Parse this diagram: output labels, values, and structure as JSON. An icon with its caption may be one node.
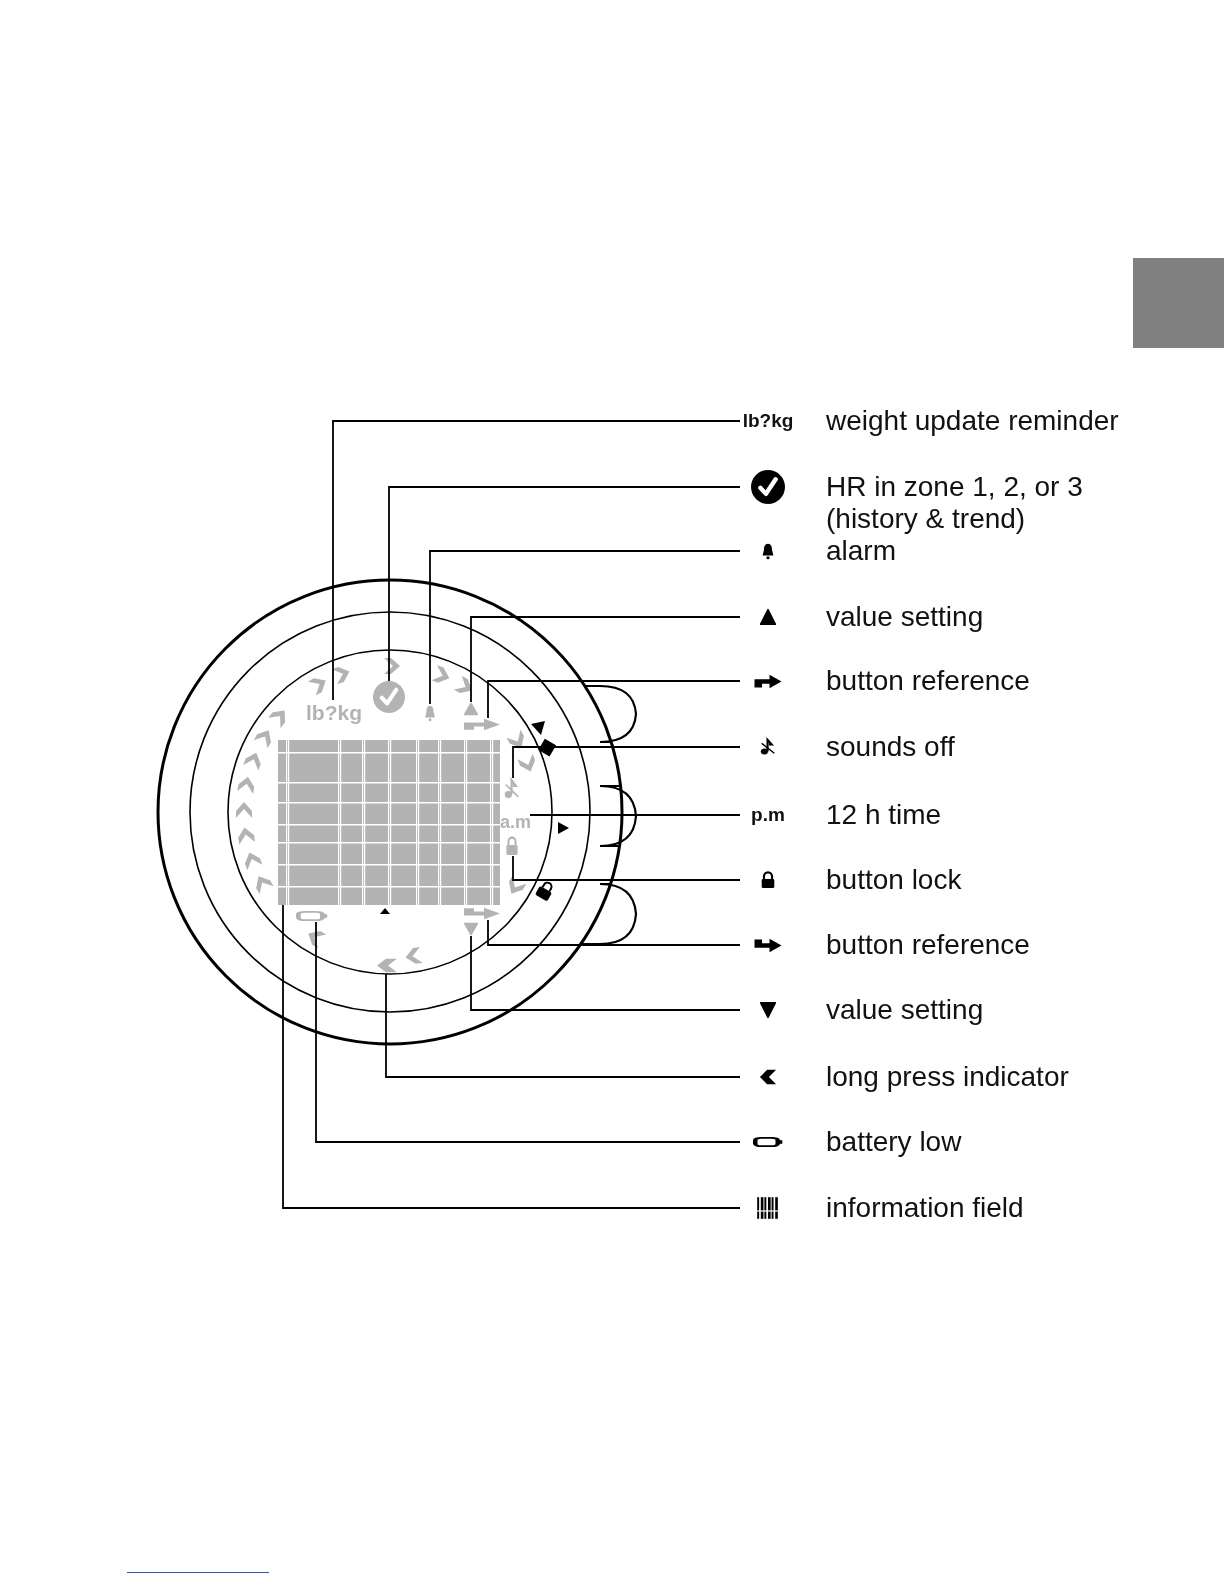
{
  "diagram": {
    "nodes": [
      {
        "text": [
          "lb?kg",
          "weight update reminder"
        ]
      },
      {
        "text": [
          "HR in zone 1, 2, or 3 (history & trend)"
        ]
      },
      {
        "text": [
          "alarm"
        ]
      },
      {
        "text": [
          "value setting"
        ]
      },
      {
        "text": [
          "button reference"
        ]
      },
      {
        "text": [
          "sounds off"
        ]
      },
      {
        "text": [
          "p.m",
          "12 h time"
        ]
      },
      {
        "text": [
          "button lock"
        ]
      },
      {
        "text": [
          "button reference"
        ]
      },
      {
        "text": [
          "value setting"
        ]
      },
      {
        "text": [
          "long press indicator"
        ]
      },
      {
        "text": [
          "battery low"
        ]
      },
      {
        "text": [
          "information field"
        ]
      },
      {
        "text": [
          "lb?kg"
        ]
      },
      {
        "text": [],
        "shape": "circle"
      },
      {
        "text": [],
        "shape": "bell"
      },
      {
        "text": [],
        "shape": "triangle"
      },
      {
        "text": [],
        "shape": "arrow"
      },
      {
        "text": [],
        "shape": "note"
      },
      {
        "text": [
          "a.m"
        ]
      },
      {
        "text": [],
        "shape": "lock"
      },
      {
        "text": [],
        "shape": "arrow"
      },
      {
        "text": [],
        "shape": "triangle"
      },
      {
        "text": [],
        "shape": "chevron"
      },
      {
        "text": [],
        "shape": "bar"
      },
      {
        "text": [],
        "shape": "box"
      }
    ],
    "edges": [
      {
        "from": 0,
        "to": 13,
        "arrow": "none"
      },
      {
        "from": 1,
        "to": 14,
        "arrow": "none"
      },
      {
        "from": 2,
        "to": 15,
        "arrow": "none"
      },
      {
        "from": 3,
        "to": 16,
        "arrow": "none"
      },
      {
        "from": 4,
        "to": 17,
        "arrow": "none"
      },
      {
        "from": 5,
        "to": 18,
        "arrow": "none"
      },
      {
        "from": 6,
        "to": 19,
        "arrow": "none"
      },
      {
        "from": 7,
        "to": 20,
        "arrow": "none"
      },
      {
        "from": 8,
        "to": 21,
        "arrow": "none"
      },
      {
        "from": 9,
        "to": 22,
        "arrow": "none"
      },
      {
        "from": 10,
        "to": 23,
        "arrow": "none"
      },
      {
        "from": 11,
        "to": 24,
        "arrow": "none"
      },
      {
        "from": 12,
        "to": 25,
        "arrow": "none"
      }
    ]
  }
}
